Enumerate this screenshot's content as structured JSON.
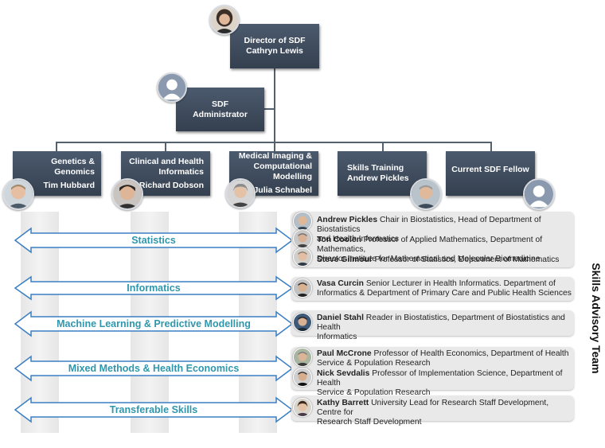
{
  "director": {
    "title": "Director of SDF",
    "name": "Cathryn Lewis"
  },
  "admin": {
    "line1": "SDF",
    "line2": "Administrator"
  },
  "units": [
    {
      "title_l1": "Genetics &",
      "title_l2": "Genomics",
      "name": "Tim Hubbard"
    },
    {
      "title_l1": "Clinical and Health",
      "title_l2": "Informatics",
      "name": "Richard Dobson"
    },
    {
      "title_l1": "Medical Imaging &",
      "title_l2": "Computational",
      "title_l3": "Modelling",
      "name": "Julia Schnabel"
    },
    {
      "title_l1": "Skills Training",
      "name": "Andrew Pickles"
    },
    {
      "title_l1": "Current SDF Fellow"
    }
  ],
  "themes": [
    {
      "label": "Statistics"
    },
    {
      "label": "Informatics"
    },
    {
      "label": "Machine Learning & Predictive Modelling"
    },
    {
      "label": "Mixed Methods & Health Economics"
    },
    {
      "label": "Transferable Skills"
    }
  ],
  "advisors": [
    {
      "name": "Andrew Pickles",
      "role_l1": " Chair in Biostatistics, Head of Department of Biostatistics",
      "role_l2": "and Health Informatics"
    },
    {
      "name": "Ton Coolen",
      "role_l1": " Professor of Applied Mathematics, Department of Mathematics,",
      "role_l2": "Director Institute for Mathematical and Molecular Biomedicine"
    },
    {
      "name": "Steve Gilmour",
      "role_l1": " Professor of Statistics, Department of Mathematics"
    },
    {
      "name": "Vasa Curcin",
      "role_l1": " Senior Lecturer in Health Informatics. Department of",
      "role_l2": "Informatics & Department of Primary Care and Public Health Sciences"
    },
    {
      "name": "Daniel Stahl",
      "role_l1": " Reader in Biostatistics, Department of Biostatistics and Health",
      "role_l2": "Informatics"
    },
    {
      "name": "Paul McCrone",
      "role_l1": " Professor of Health Economics, Department of Health",
      "role_l2": "Service & Population Research"
    },
    {
      "name": "Nick Sevdalis",
      "role_l1": " Professor of Implementation Science, Department of Health",
      "role_l2": "Service & Population Research"
    },
    {
      "name": "Kathy Barrett",
      "role_l1": " University Lead for Research Staff Development, Centre for",
      "role_l2": "Research Staff Development"
    }
  ],
  "side_label": "Skills Advisory Team",
  "colors": {
    "box": "#3f4b5c",
    "theme_text": "#2f97ad",
    "arrow_border": "#3a7fc4",
    "panel": "#e9e9e9"
  }
}
